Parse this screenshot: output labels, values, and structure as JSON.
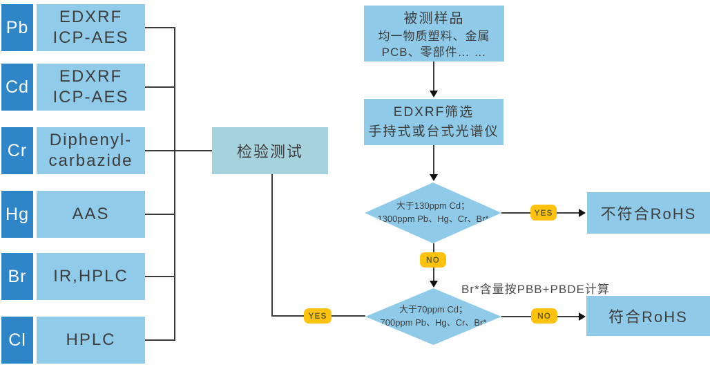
{
  "colors": {
    "element_box": "#2e86c9",
    "method_box": "#90cbe9",
    "flow_box": "#8fcbe9",
    "center_box": "#a6d2dd",
    "badge": "#ffc20e",
    "badge_text": "#6b6428",
    "line": "#3a3a3a",
    "text": "#3d3d3d"
  },
  "legend": {
    "rows": [
      {
        "element": "Pb",
        "method": "EDXRF\nICP-AES"
      },
      {
        "element": "Cd",
        "method": "EDXRF\nICP-AES"
      },
      {
        "element": "Cr",
        "method": "Diphenyl-\ncarbazide"
      },
      {
        "element": "Hg",
        "method": "AAS"
      },
      {
        "element": "Br",
        "method": "IR,HPLC"
      },
      {
        "element": "Cl",
        "method": "HPLC"
      }
    ]
  },
  "center_box": {
    "label": "检验测试"
  },
  "flow": {
    "sample_box": {
      "title": "被测样品",
      "body": "均一物质塑料、金属\nPCB、零部件… …"
    },
    "screen_box": {
      "label": "EDXRF筛选\n手持式或台式光谱仪"
    },
    "decision1": {
      "label": "大于130ppm Cd；\n1300ppm Pb、Hg、Cr、Br*"
    },
    "decision2": {
      "label": "大于70ppm Cd；\n700ppm Pb、Hg、Cr、Br*"
    },
    "note": "Br*含量按PBB+PBDE计算",
    "fail_box": {
      "label": "不符合RoHS"
    },
    "pass_box": {
      "label": "符合RoHS"
    },
    "badges": {
      "yes1": "YES",
      "no1": "NO",
      "yes2": "YES",
      "no2": "NO"
    }
  }
}
